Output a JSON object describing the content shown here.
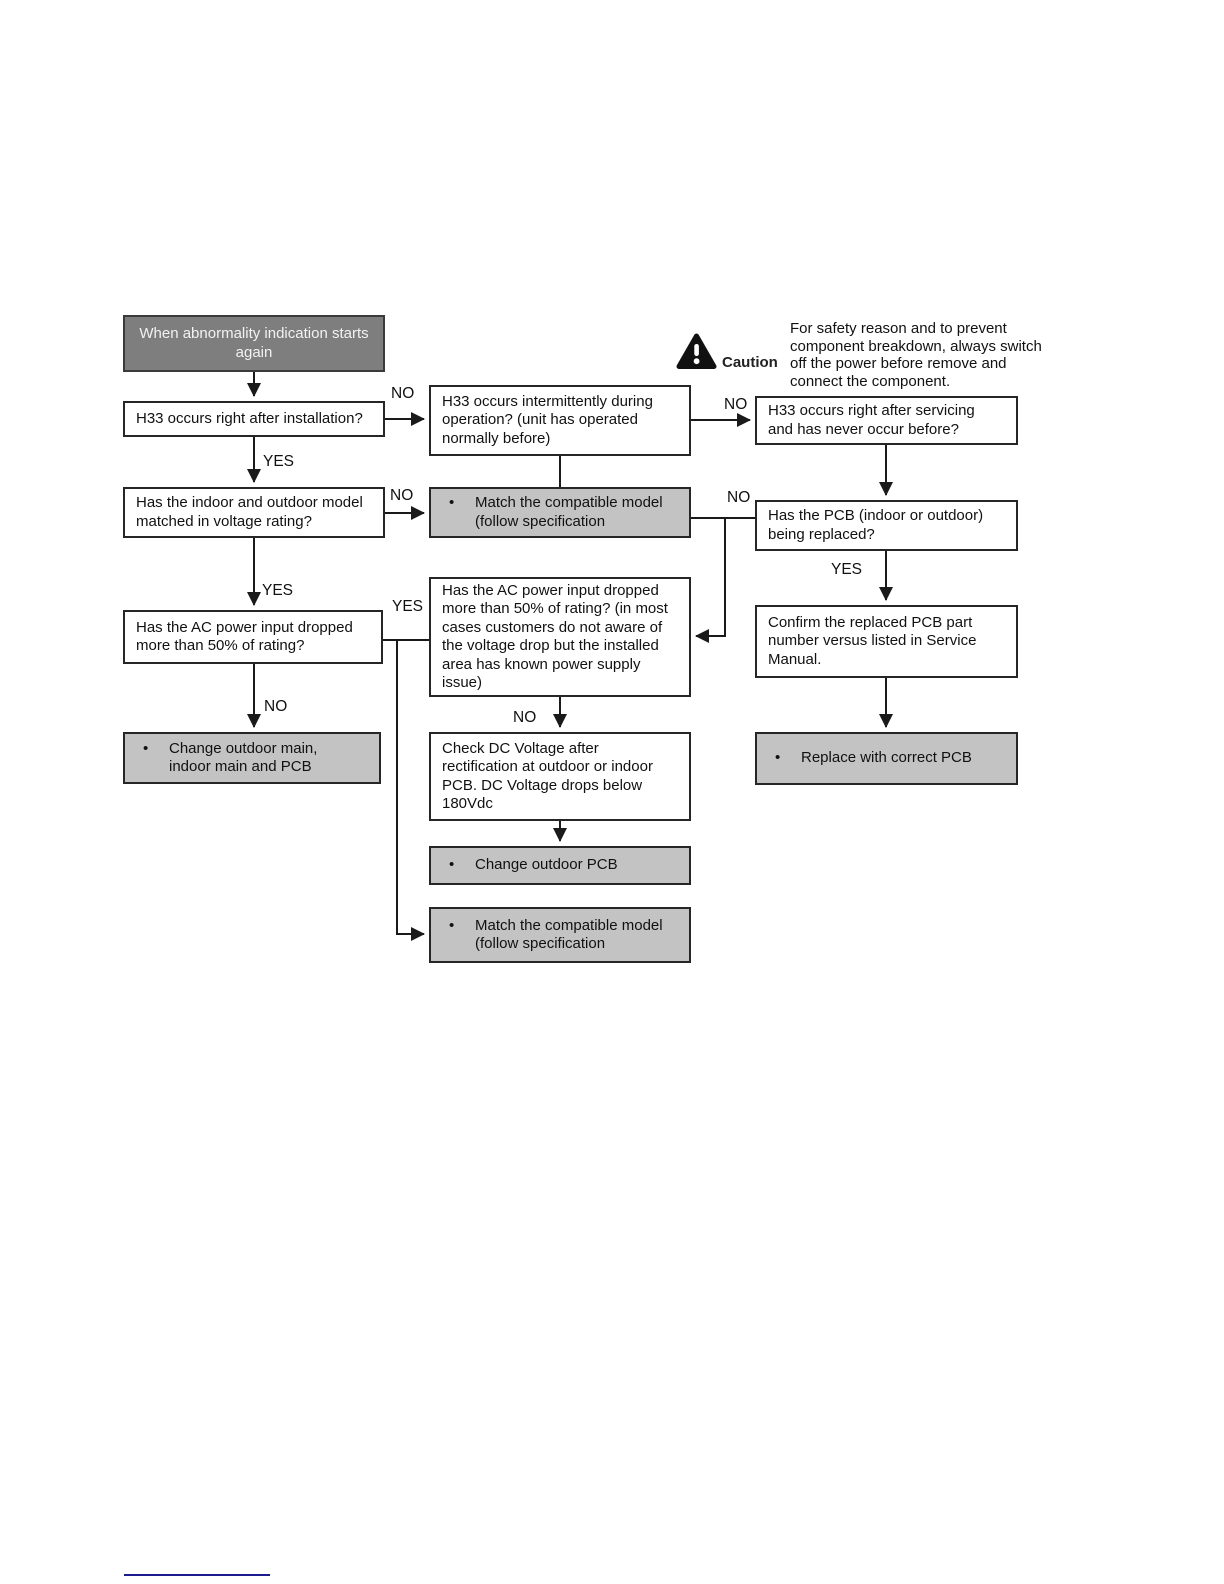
{
  "colors": {
    "start_box_fill": "#7e7e7e",
    "start_box_text": "#f2f2f2",
    "action_box_fill": "#c3c3c3",
    "box_border": "#262626",
    "connector_line": "#1a1a1a",
    "footer_rule": "#1b1b8f"
  },
  "caution": {
    "icon": "caution-triangle-icon",
    "label": "Caution",
    "text": "For safety reason and to prevent\ncomponent breakdown, always switch\noff the power before remove and\nconnect the component."
  },
  "flowchart": {
    "bullet": "•",
    "nodes": {
      "start": "When abnormality indication starts\nagain",
      "installation": "H33 occurs right after installation?",
      "intermittent": "H33 occurs intermittently during\noperation? (unit has operated\nnormally before)",
      "servicing": "H33 occurs right after servicing\nand has never occur before?",
      "voltage_match": "Has the indoor and outdoor model\nmatched in voltage rating?",
      "match_model_mid": "Match the compatible model\n(follow specification",
      "pcb_replaced": "Has the PCB (indoor or outdoor)\nbeing replaced?",
      "ac_drop": "Has the AC power input dropped\nmore than 50% of rating?",
      "ac_drop_detail": "Has the AC power input dropped\nmore than 50% of rating? (in most\ncases customers do not aware of\nthe voltage drop but the installed\narea has known power supply\nissue)",
      "confirm_pcb": "Confirm the replaced PCB part\nnumber versus listed in Service\nManual.",
      "change_main": "Change outdoor main,\nindoor main and PCB",
      "check_dc": "Check DC Voltage after\nrectification at outdoor or indoor\nPCB. DC Voltage drops below\n180Vdc",
      "replace_pcb": "Replace with correct PCB",
      "change_outdoor_pcb": "Change outdoor PCB",
      "match_model_bottom": "Match the compatible model\n(follow specification"
    },
    "labels": {
      "installation_no": "NO",
      "installation_yes": "YES",
      "intermittent_no": "NO",
      "voltage_no": "NO",
      "voltage_yes": "YES",
      "pcb_no": "NO",
      "pcb_yes": "YES",
      "ac_yes": "YES",
      "ac_no": "NO",
      "detail_no": "NO"
    }
  }
}
